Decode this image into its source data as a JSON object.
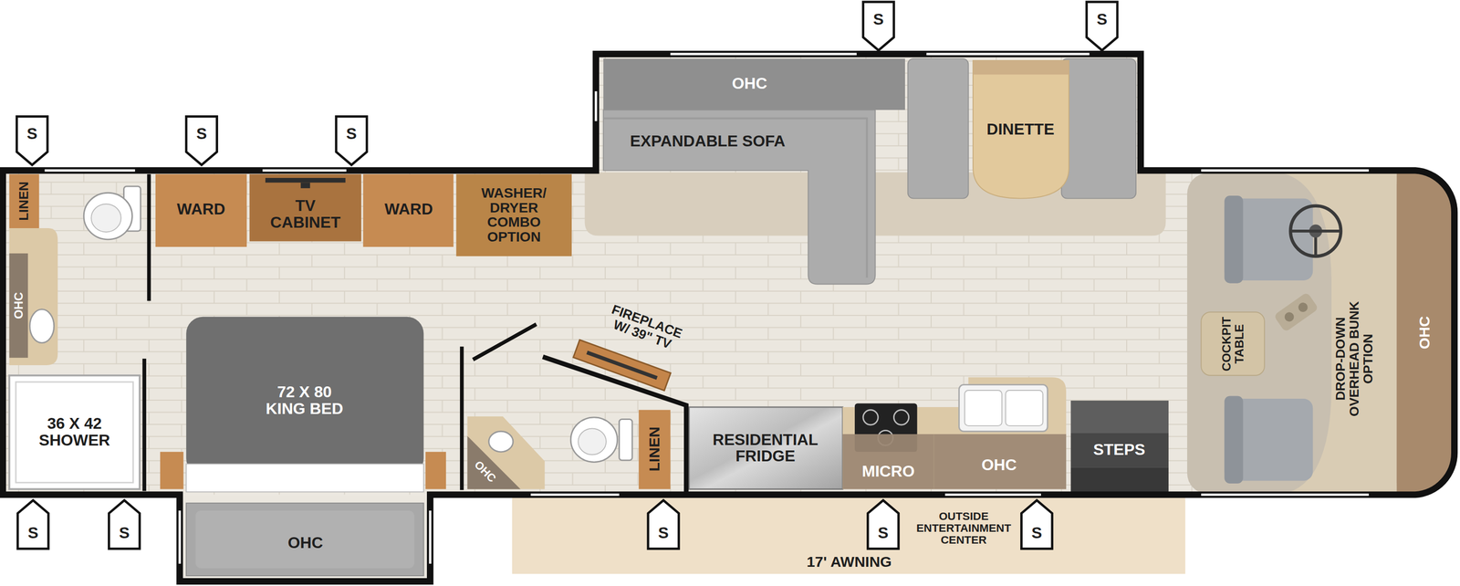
{
  "diagram": {
    "nodes": [
      {
        "text": [
          "S"
        ]
      },
      {
        "text": [
          "S"
        ]
      },
      {
        "text": [
          "S"
        ]
      },
      {
        "text": [
          "S"
        ]
      },
      {
        "text": [
          "S"
        ]
      },
      {
        "text": [
          "OHC"
        ]
      },
      {
        "text": [
          "DINETTE"
        ]
      },
      {
        "text": [
          "EXPANDABLE SOFA"
        ]
      },
      {
        "text": [
          "LINEN"
        ]
      },
      {
        "text": [
          "WARD"
        ]
      },
      {
        "text": [
          "TV CABINET"
        ]
      },
      {
        "text": [
          "WARD"
        ]
      },
      {
        "text": [
          "WASHER/ DRYER COMBO OPTION"
        ]
      },
      {
        "text": [
          "OHC"
        ]
      },
      {
        "text": [
          "FIREPLACE W/ 39\" TV"
        ]
      },
      {
        "text": [
          "COCKPIT TABLE"
        ]
      },
      {
        "text": [
          "DROP-DOWN OVERHEAD BUNK OPTION"
        ]
      },
      {
        "text": [
          "OHC"
        ]
      },
      {
        "text": [
          "72 X 80 KING BED"
        ]
      },
      {
        "text": [
          "36 X 42 SHOWER"
        ]
      },
      {
        "text": [
          "RESIDENTIAL FRIDGE"
        ]
      },
      {
        "text": [
          "MICRO"
        ]
      },
      {
        "text": [
          "OHC"
        ]
      },
      {
        "text": [
          "STEPS"
        ]
      },
      {
        "text": [
          "LINEN"
        ]
      },
      {
        "text": [
          "OHC"
        ]
      },
      {
        "text": [
          "S"
        ]
      },
      {
        "text": [
          "S"
        ]
      },
      {
        "text": [
          "S"
        ]
      },
      {
        "text": [
          "S"
        ]
      },
      {
        "text": [
          "S"
        ]
      },
      {
        "text": [
          "OHC"
        ]
      },
      {
        "text": [
          "OUTSIDE ENTERTAINMENT CENTER",
          "17' AWNING"
        ]
      }
    ]
  }
}
